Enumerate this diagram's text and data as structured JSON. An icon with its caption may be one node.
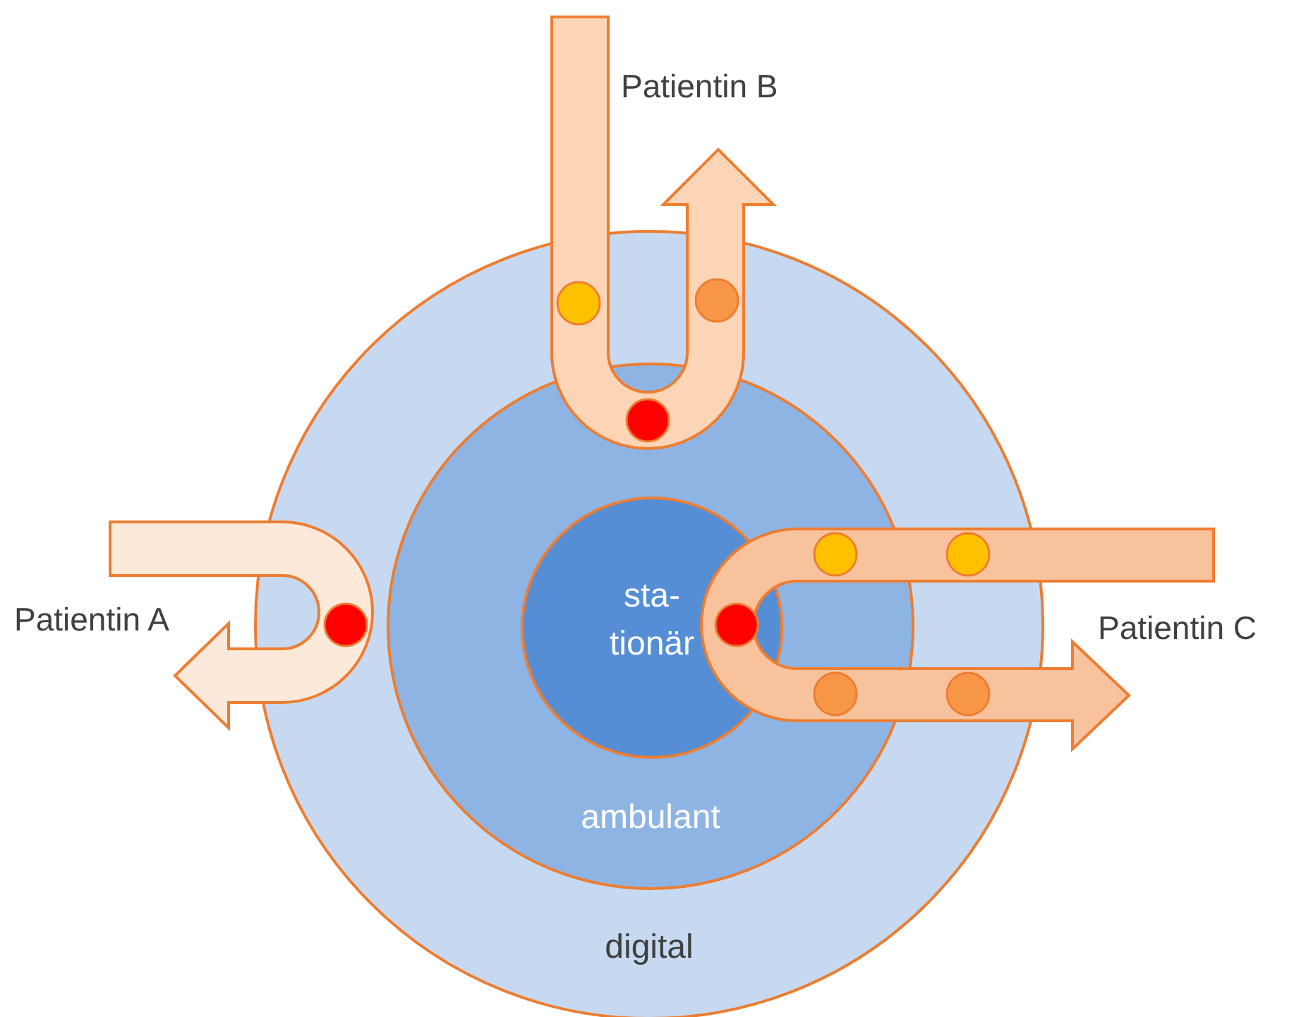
{
  "diagram": {
    "nodes": [
      {
        "text": [
          "digital"
        ]
      },
      {
        "text": [
          "ambulant"
        ],
        "in": 0
      },
      {
        "text": [
          "sta- tionär"
        ],
        "in": 1
      }
    ],
    "labels": [
      "Patientin B",
      "Patientin A",
      "Patientin C"
    ]
  }
}
